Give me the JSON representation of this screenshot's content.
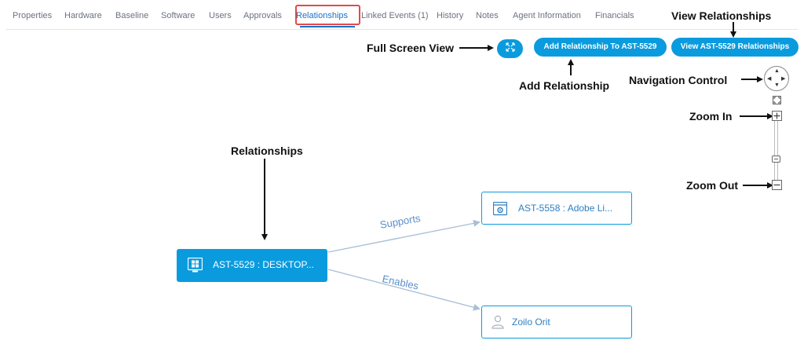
{
  "tabs": [
    {
      "label": "Properties"
    },
    {
      "label": "Hardware"
    },
    {
      "label": "Baseline"
    },
    {
      "label": "Software"
    },
    {
      "label": "Users"
    },
    {
      "label": "Approvals"
    },
    {
      "label": "Relationships",
      "active": true
    },
    {
      "label": "Linked Events (1)"
    },
    {
      "label": "History"
    },
    {
      "label": "Notes"
    },
    {
      "label": "Agent Information"
    },
    {
      "label": "Financials"
    }
  ],
  "toolbar": {
    "add_relationship_label": "Add Relationship To AST-5529",
    "view_relationships_label": "View AST-5529 Relationships"
  },
  "annotations": {
    "full_screen": "Full Screen View",
    "add_relationship": "Add Relationship",
    "view_relationships": "View Relationships",
    "navigation_control": "Navigation Control",
    "zoom_in": "Zoom In",
    "zoom_out": "Zoom Out",
    "relationships": "Relationships"
  },
  "graph": {
    "source_node": {
      "label": "AST-5529 : DESKTOP...",
      "icon": "windows-icon"
    },
    "target_nodes": [
      {
        "label": "AST-5558 : Adobe Li...",
        "icon": "software-icon"
      },
      {
        "label": "Zoilo Orit",
        "icon": "user-icon"
      }
    ],
    "edges": [
      {
        "label": "Supports"
      },
      {
        "label": "Enables"
      }
    ]
  },
  "colors": {
    "accent": "#0a9bde",
    "active_tab": "#1a73c9",
    "highlight_box": "#e14b4b",
    "edge": "#a9bfd6"
  }
}
